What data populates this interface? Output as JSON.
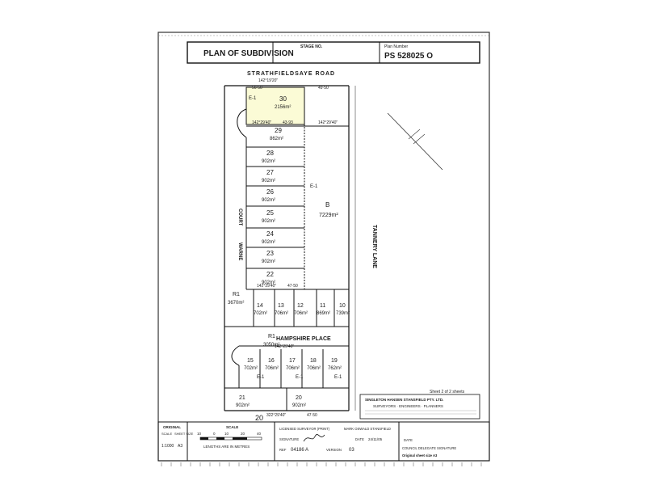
{
  "title_block": {
    "plan_title": "PLAN OF SUBDIVISION",
    "stage_label": "STAGE NO.",
    "plan_number_label": "Plan Number",
    "plan_number": "PS 528025 O"
  },
  "roads": {
    "north": "STRATHFIELDSAYE ROAD",
    "east": "TANNERY LANE",
    "west_1": "WARNE",
    "west_2": "COURT",
    "south_internal": "HAMPSHIRE PLACE"
  },
  "lots": [
    {
      "no": "30",
      "area": "2156m²"
    },
    {
      "no": "29",
      "area": "862m²"
    },
    {
      "no": "28",
      "area": "902m²"
    },
    {
      "no": "27",
      "area": "902m²"
    },
    {
      "no": "26",
      "area": "902m²"
    },
    {
      "no": "25",
      "area": "902m²"
    },
    {
      "no": "24",
      "area": "902m²"
    },
    {
      "no": "23",
      "area": "902m²"
    },
    {
      "no": "22",
      "area": "902m²"
    },
    {
      "no": "14",
      "area": "702m²"
    },
    {
      "no": "13",
      "area": "706m²"
    },
    {
      "no": "12",
      "area": "706m²"
    },
    {
      "no": "11",
      "area": "869m²"
    },
    {
      "no": "10",
      "area": "739m²"
    },
    {
      "no": "15",
      "area": "702m²"
    },
    {
      "no": "16",
      "area": "706m²"
    },
    {
      "no": "17",
      "area": "706m²"
    },
    {
      "no": "18",
      "area": "706m²"
    },
    {
      "no": "19",
      "area": "762m²"
    },
    {
      "no": "21",
      "area": "902m²"
    },
    {
      "no": "20",
      "area": "902m²"
    }
  ],
  "reserves": [
    {
      "label": "R1",
      "area": "3670m²"
    },
    {
      "label": "R1",
      "area": "3050m²"
    }
  ],
  "lot_b": {
    "label": "B",
    "area": "7229m²"
  },
  "easement": "E-1",
  "bearings": {
    "top": "142°19'20\"",
    "row": "142°29'40\"",
    "long": "322°29'40\"",
    "dist_a": "47·50",
    "dist_b": "43·93",
    "dist_c": "56·50",
    "dist_d": "49·50"
  },
  "sheet_note": "Sheet 2 of 2 sheets",
  "firm": {
    "name": "SINGLETON HANSEN STANSFIELD PTY. LTD.",
    "line2": "SURVEYORS · ENGINEERS · PLANNERS"
  },
  "original": {
    "label": "ORIGINAL",
    "scale_label": "SCALE",
    "scale": "1:1000",
    "sheet_label": "SHEET SIZE",
    "sheet": "A3"
  },
  "scale_bar": {
    "label": "SCALE",
    "ticks": [
      "10",
      "0",
      "10",
      "20",
      "40"
    ],
    "units": "LENGTHS ARE IN METRES"
  },
  "surveyor": {
    "label": "LICENSED SURVEYOR (PRINT)",
    "name": "MARK OSWALD STANSFIELD",
    "signature_label": "SIGNATURE",
    "date_label": "DATE",
    "date_value": "24/11/05",
    "ref_label": "REF",
    "ref_value": "04186 A",
    "version_label": "VERSION",
    "version_value": "03"
  },
  "council": {
    "date_label": "DATE",
    "delegate": "COUNCIL DELEGATE SIGNATURE",
    "orig_size": "Original sheet size A3"
  },
  "footer_number": "20"
}
